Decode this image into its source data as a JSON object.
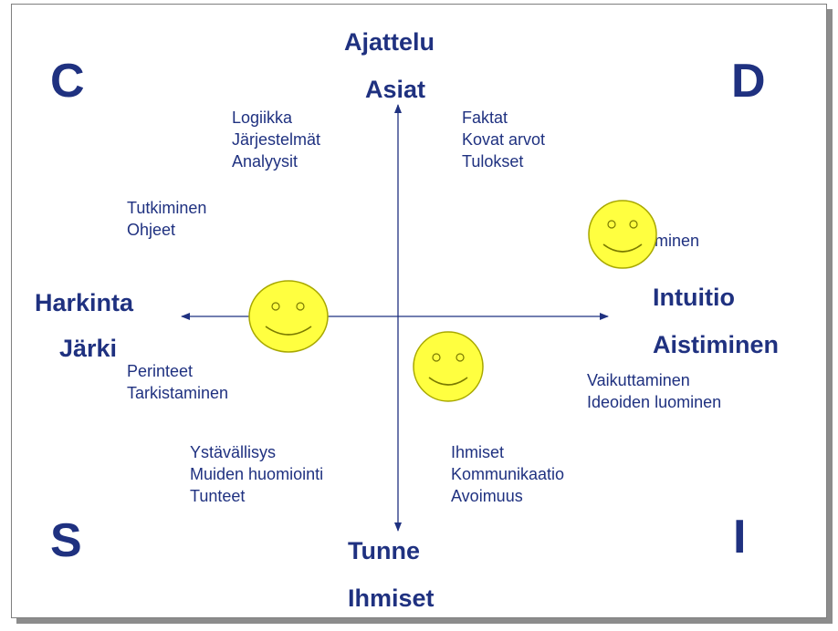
{
  "colors": {
    "text": "#1f3180",
    "smiley_fill": "#ffff40",
    "smiley_stroke": "#a8a800",
    "axis": "#1f3180"
  },
  "quadrant_letters": {
    "top_left": "C",
    "top_right": "D",
    "bottom_left": "S",
    "bottom_right": "I"
  },
  "axis_labels": {
    "top_1": "Ajattelu",
    "top_2": "Asiat",
    "bottom_1": "Tunne",
    "bottom_2": "Ihmiset",
    "left_1": "Harkinta",
    "left_2": "Järki",
    "right_1": "Intuitio",
    "right_2": "Aistiminen"
  },
  "lists": {
    "c_top": [
      "Logiikka",
      "Järjestelmät",
      "Analyysit"
    ],
    "c_mid": [
      "Tutkiminen",
      "Ohjeet"
    ],
    "d_top": [
      "Faktat",
      "Kovat arvot",
      "Tulokset"
    ],
    "d_mid": [
      "minen"
    ],
    "s_mid": [
      "Perinteet",
      "Tarkistaminen"
    ],
    "s_bottom": [
      "Ystävällisys",
      "Muiden huomiointi",
      "Tunteet"
    ],
    "i_mid": [
      "Vaikuttaminen",
      "Ideoiden luominen"
    ],
    "i_bottom": [
      "Ihmiset",
      "Kommunikaatio",
      "Avoimuus"
    ]
  },
  "smileys": [
    "smiley-face-icon",
    "smiley-face-icon",
    "smiley-face-icon"
  ]
}
